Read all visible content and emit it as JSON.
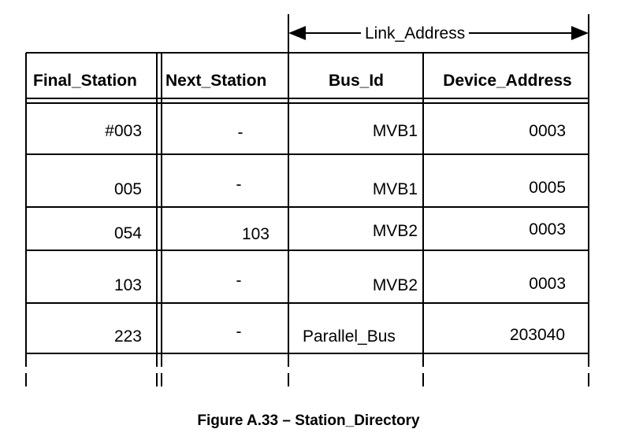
{
  "link_address_label": "Link_Address",
  "headers": [
    "Final_Station",
    "Next_Station",
    "Bus_Id",
    "Device_Address"
  ],
  "rows": [
    [
      "#003",
      "-",
      "MVB1",
      "0003"
    ],
    [
      "005",
      "-",
      "MVB1",
      "0005"
    ],
    [
      "054",
      "103",
      "MVB2",
      "0003"
    ],
    [
      "103",
      "-",
      "MVB2",
      "0003"
    ],
    [
      "223",
      "-",
      "Parallel_Bus",
      "203040"
    ]
  ],
  "caption": "Figure A.33 – Station_Directory"
}
